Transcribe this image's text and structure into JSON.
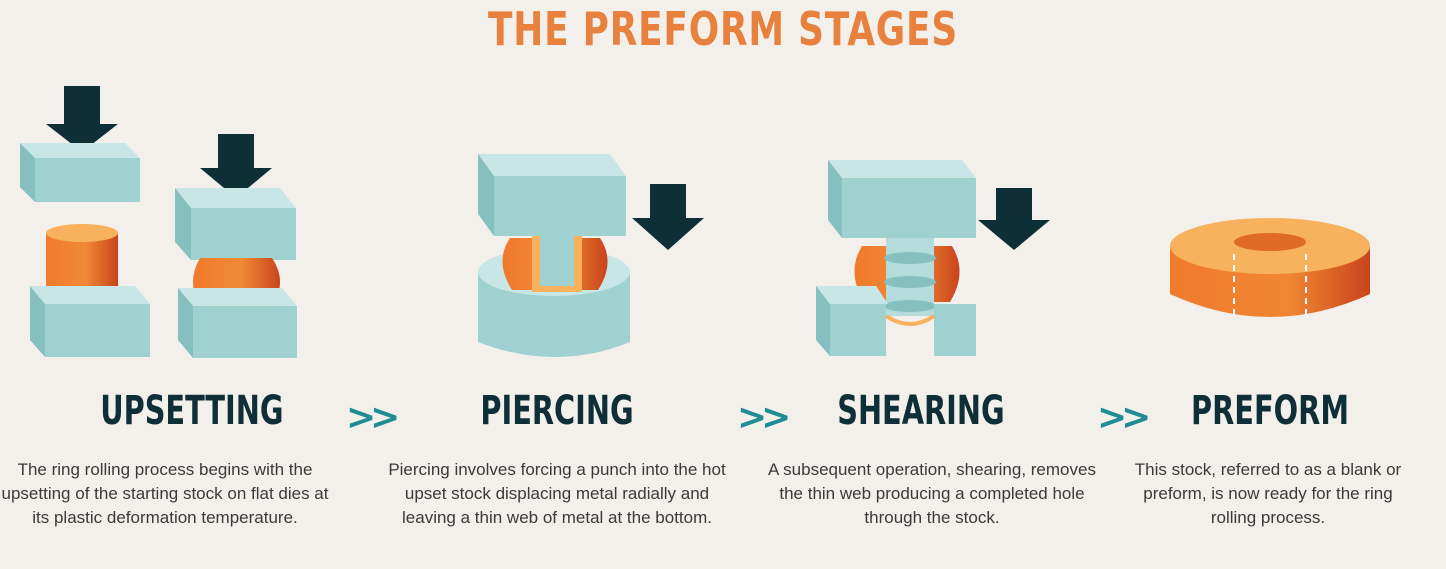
{
  "title": "THE PREFORM STAGES",
  "colors": {
    "title": "#e8813d",
    "heading": "#0f2f36",
    "chevron": "#1f8d93",
    "die_top": "#c8e6e6",
    "die_front": "#9fd1d1",
    "die_side": "#85bfc0",
    "arrow": "#0f2f36",
    "stock_light": "#f6a54c",
    "stock_dark": "#d4541f"
  },
  "stages": [
    {
      "name": "UPSETTING",
      "description": "The ring rolling process begins with the upsetting of the starting stock on flat dies at its plastic deformation temperature."
    },
    {
      "name": "PIERCING",
      "description": "Piercing involves forcing a punch into the hot upset stock displacing metal radially and leaving a thin web of metal at the bottom."
    },
    {
      "name": "SHEARING",
      "description": "A subsequent operation, shearing, removes the thin web producing a completed hole through the stock."
    },
    {
      "name": "PREFORM",
      "description": "This stock, referred to as a blank or preform, is now ready for the ring rolling process."
    }
  ],
  "separator": ">>"
}
